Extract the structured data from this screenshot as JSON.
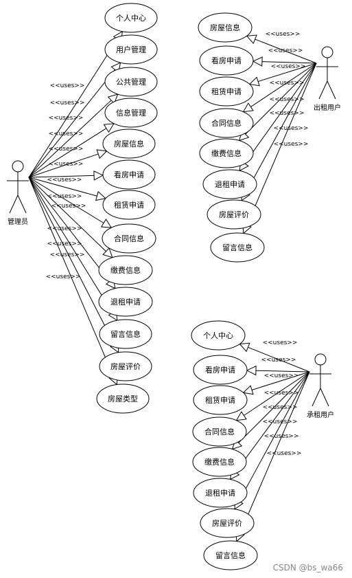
{
  "uses_label": "<<uses>>",
  "watermark": "CSDN @bs_wa66",
  "colors": {
    "stroke": "#000000",
    "fill": "#ffffff",
    "watermark": "#888888"
  },
  "admin": {
    "name": "管理员",
    "use_cases": [
      "个人中心",
      "用户管理",
      "公共管理",
      "信息管理",
      "房屋信息",
      "看房申请",
      "租赁申请",
      "合同信息",
      "缴费信息",
      "退租申请",
      "留言信息",
      "房屋评价",
      "房屋类型"
    ]
  },
  "landlord": {
    "name": "出租用户",
    "use_cases": [
      "房屋信息",
      "看房申请",
      "租赁申请",
      "合同信息",
      "缴费信息",
      "退租申请",
      "房屋评价",
      "留言信息"
    ]
  },
  "tenant": {
    "name": "承租用户",
    "use_cases": [
      "个人中心",
      "看房申请",
      "租赁申请",
      "合同信息",
      "缴费信息",
      "退租申请",
      "房屋评价",
      "留言信息"
    ]
  }
}
